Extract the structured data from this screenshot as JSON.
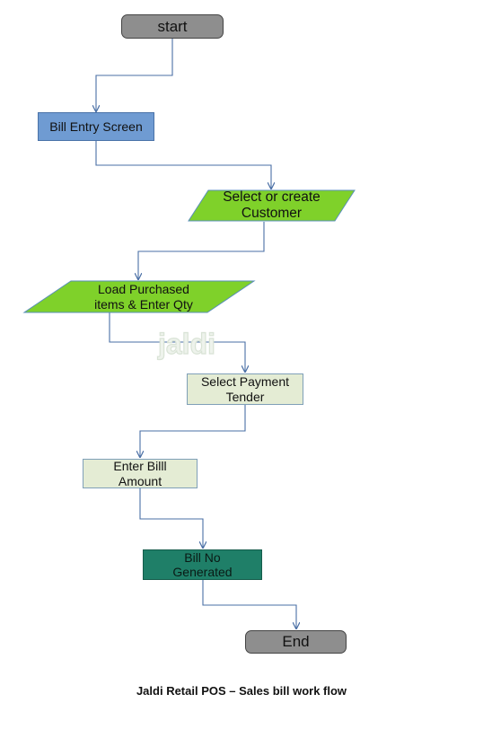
{
  "nodes": {
    "start": "start",
    "bill_entry": "Bill Entry Screen",
    "select_customer": "Select or create\nCustomer",
    "load_items": "Load Purchased\nitems & Enter Qty",
    "payment_tender": "Select Payment\nTender",
    "enter_amount": "Enter Billl\nAmount",
    "bill_generated": "Bill No\nGenerated",
    "end": "End"
  },
  "watermark": "jaldi",
  "caption": "Jaldi Retail POS – Sales bill work flow",
  "colors": {
    "terminal": "#8e8e8e",
    "process_blue": "#6f9bd2",
    "parallelogram_green": "#7fd12a",
    "process_pale": "#e4ecd4",
    "process_teal": "#1f7f68",
    "connector": "#4a6fa5"
  }
}
